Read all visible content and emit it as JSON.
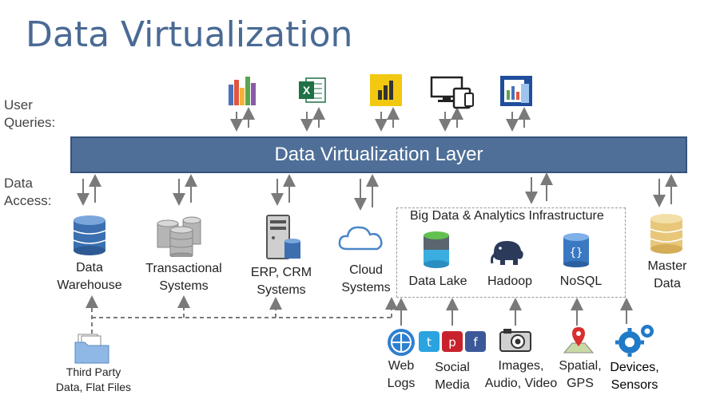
{
  "title": "Data Virtualization",
  "side_labels": {
    "user_queries": [
      "User",
      "Queries:"
    ],
    "data_access": [
      "Data",
      "Access:"
    ]
  },
  "layer": {
    "label": "Data Virtualization Layer"
  },
  "query_icons": [
    {
      "icon": "bar-chart-icon"
    },
    {
      "icon": "excel-icon"
    },
    {
      "icon": "power-bi-icon"
    },
    {
      "icon": "devices-icon"
    },
    {
      "icon": "report-icon"
    }
  ],
  "sources": {
    "data_warehouse": [
      "Data",
      "Warehouse"
    ],
    "transactional": [
      "Transactional",
      "Systems"
    ],
    "erp_crm": [
      "ERP, CRM",
      "Systems"
    ],
    "cloud": [
      "Cloud",
      "Systems"
    ],
    "master_data": [
      "Master",
      "Data"
    ]
  },
  "big_data": {
    "title": "Big Data & Analytics Infrastructure",
    "items": [
      "Data Lake",
      "Hadoop",
      "NoSQL"
    ]
  },
  "third_party": [
    "Third Party",
    "Data, Flat Files"
  ],
  "inputs": {
    "web_logs": [
      "Web",
      "Logs"
    ],
    "social_media": [
      "Social",
      "Media"
    ],
    "images": [
      "Images,",
      "Audio, Video"
    ],
    "spatial": [
      "Spatial,",
      "GPS"
    ],
    "devices": [
      "Devices,",
      "Sensors"
    ]
  },
  "colors": {
    "title": "#4a6a94",
    "layer_fill": "#4f6f98",
    "arrow": "#7a7a7a",
    "db_blue": "#3b6fb0",
    "db_gold": "#e8c77a"
  }
}
